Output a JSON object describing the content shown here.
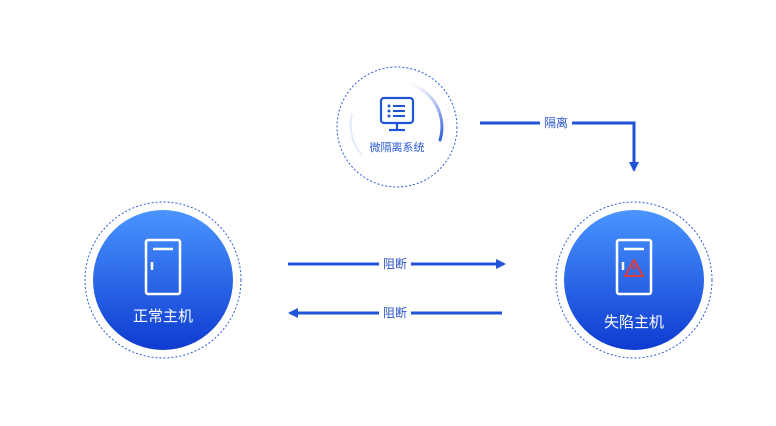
{
  "diagram": {
    "system_node": {
      "label": "微隔离系统",
      "icon": "monitor-list-icon"
    },
    "normal_host": {
      "label": "正常主机",
      "icon": "server-icon"
    },
    "compromised_host": {
      "label": "失陷主机",
      "icon": "server-warning-icon"
    },
    "edges": {
      "isolate": "隔离",
      "block_forward": "阻断",
      "block_back": "阻断"
    },
    "colors": {
      "accent": "#1f54d6",
      "node_fill_top": "#3f8cff",
      "node_fill_bottom": "#0f3fd4",
      "warning": "#e23a3a"
    }
  }
}
